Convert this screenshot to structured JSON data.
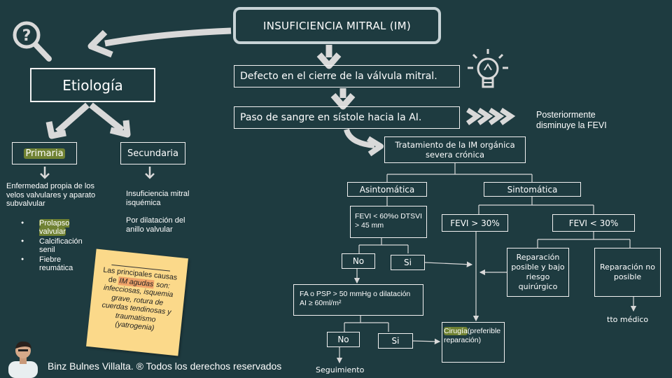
{
  "title": "INSUFICIENCIA MITRAL (IM)",
  "etiologia": {
    "label": "Etiología",
    "primaria": {
      "label": "Primaria",
      "description": "Enfermedad propia de los velos valvulares y aparato subvalvular",
      "items": [
        "Prolapso valvular",
        "Calcificación senil",
        "Fiebre reumática"
      ]
    },
    "secundaria": {
      "label": "Secundaria",
      "line1": "Insuficiencia mitral isquémica",
      "line2": "Por dilatación del anillo valvular"
    }
  },
  "note": {
    "pre": "Las principales causas de ",
    "highlight": "IM agudas",
    "post": " son: infecciosas, isquemia grave, rotura de cuerdas tendinosas y traumatismo (yatrogenia)"
  },
  "flow": {
    "step1": "Defecto en el cierre de la válvula mitral.",
    "step2": "Paso de sangre en sístole hacia la AI.",
    "side_note": "Posteriormente disminuye la FEVI"
  },
  "treatment": {
    "title": "Tratamiento de la IM orgánica severa crónica",
    "asintomatica": "Asintomática",
    "sintomatica": "Sintomática",
    "fevi_box": "FEVI < 60%o DTSVI > 45 mm",
    "no1": "No",
    "si1": "Si",
    "fa_box": "FA o PSP > 50 mmHg o dilatación AI ≥ 60ml/m²",
    "no2": "No",
    "si2": "Si",
    "seguimiento": "Seguimiento",
    "cirugia_hl": "Cirugía",
    "cirugia_rest": "(preferible reparación)",
    "fevi_gt": "FEVI > 30%",
    "fevi_lt": "FEVI < 30%",
    "rep_posible": "Reparación posible y bajo riesgo quirúrgico",
    "rep_no_posible": "Reparación no posible",
    "tto_medico": "tto médico"
  },
  "footer": "Binz Bulnes Villalta. ® Todos los derechos reservados",
  "icons": [
    "magnifier-question-icon",
    "lightbulb-icon",
    "author-avatar"
  ]
}
